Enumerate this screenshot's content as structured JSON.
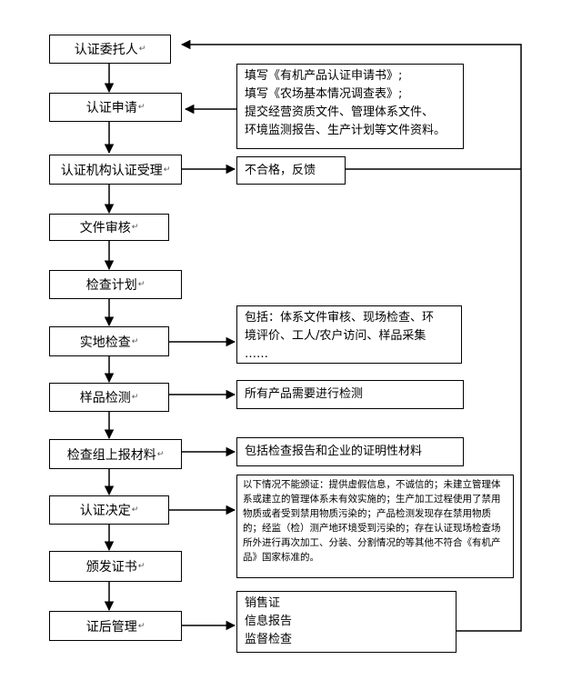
{
  "steps": [
    {
      "label": "认证委托人"
    },
    {
      "label": "认证申请"
    },
    {
      "label": "认证机构认证受理"
    },
    {
      "label": "文件审核"
    },
    {
      "label": "检查计划"
    },
    {
      "label": "实地检查"
    },
    {
      "label": "样品检测"
    },
    {
      "label": "检查组上报材料"
    },
    {
      "label": "认证决定"
    },
    {
      "label": "颁发证书"
    },
    {
      "label": "证后管理"
    }
  ],
  "notes": {
    "application": [
      "填写《有机产品认证申请书》;",
      "填写《农场基本情况调查表》;",
      "提交经营资质文件、管理体系文件、",
      "环境监测报告、生产计划等文件资料。"
    ],
    "reject": "不合格，反馈",
    "onsite": [
      "包括：体系文件审核、现场检查、环",
      "境评价、工人/农户访问、样品采集",
      "……"
    ],
    "sample": "所有产品需要进行检测",
    "report": "包括检查报告和企业的证明性材料",
    "decision": "以下情况不能颁证：提供虚假信息，不诚信的；未建立管理体系或建立的管理体系未有效实施的；生产加工过程使用了禁用物质或者受到禁用物质污染的；产品检测发现存在禁用物质的；经监（检）测产地环境受到污染的；存在认证现场检查场所外进行再次加工、分装、分割情况的等其他不符合《有机产品》国家标准的。",
    "aftercare": [
      "销售证",
      "信息报告",
      "监督检查"
    ]
  },
  "para_mark": "↵"
}
